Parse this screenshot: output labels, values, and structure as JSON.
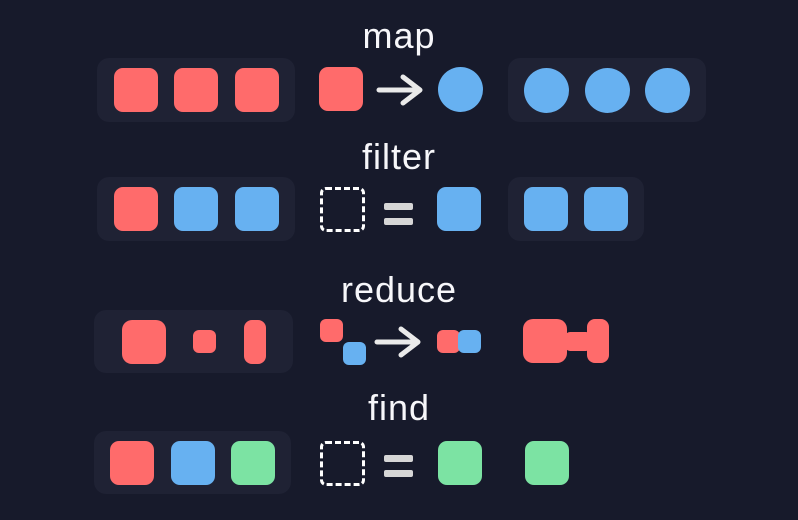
{
  "colors": {
    "background": "#171a2b",
    "panel": "#1f2234",
    "red": "#ff6b6b",
    "blue": "#67b1f1",
    "green": "#7ce3a3",
    "arrow": "#eaeaea",
    "equals": "#d6d6d6",
    "label": "#f7f7fa",
    "dashed": "#ffffff"
  },
  "rows": {
    "map": {
      "label": "map",
      "operator": "arrow",
      "input": [
        "red-square",
        "red-square",
        "red-square"
      ],
      "demo_input": [
        "red-square"
      ],
      "demo_output": [
        "blue-circle"
      ],
      "output": [
        "blue-circle",
        "blue-circle",
        "blue-circle"
      ]
    },
    "filter": {
      "label": "filter",
      "operator": "equals",
      "input": [
        "red-square",
        "blue-square",
        "blue-square"
      ],
      "predicate_slot": [
        "dashed-box"
      ],
      "predicate_value": [
        "blue-square"
      ],
      "output": [
        "blue-square",
        "blue-square"
      ]
    },
    "reduce": {
      "label": "reduce",
      "operator": "arrow",
      "input": [
        "red-big-square",
        "red-small-square",
        "red-tall-rect"
      ],
      "demo_input": [
        "red-small-square",
        "blue-small-square"
      ],
      "demo_output": [
        "red-small-square",
        "blue-small-square"
      ],
      "output": [
        "red-big-square",
        "red-connector",
        "red-tall-rect"
      ]
    },
    "find": {
      "label": "find",
      "operator": "equals",
      "input": [
        "red-square",
        "blue-square",
        "green-square"
      ],
      "predicate_slot": [
        "dashed-box"
      ],
      "predicate_value": [
        "green-square"
      ],
      "output": [
        "green-square"
      ]
    }
  }
}
